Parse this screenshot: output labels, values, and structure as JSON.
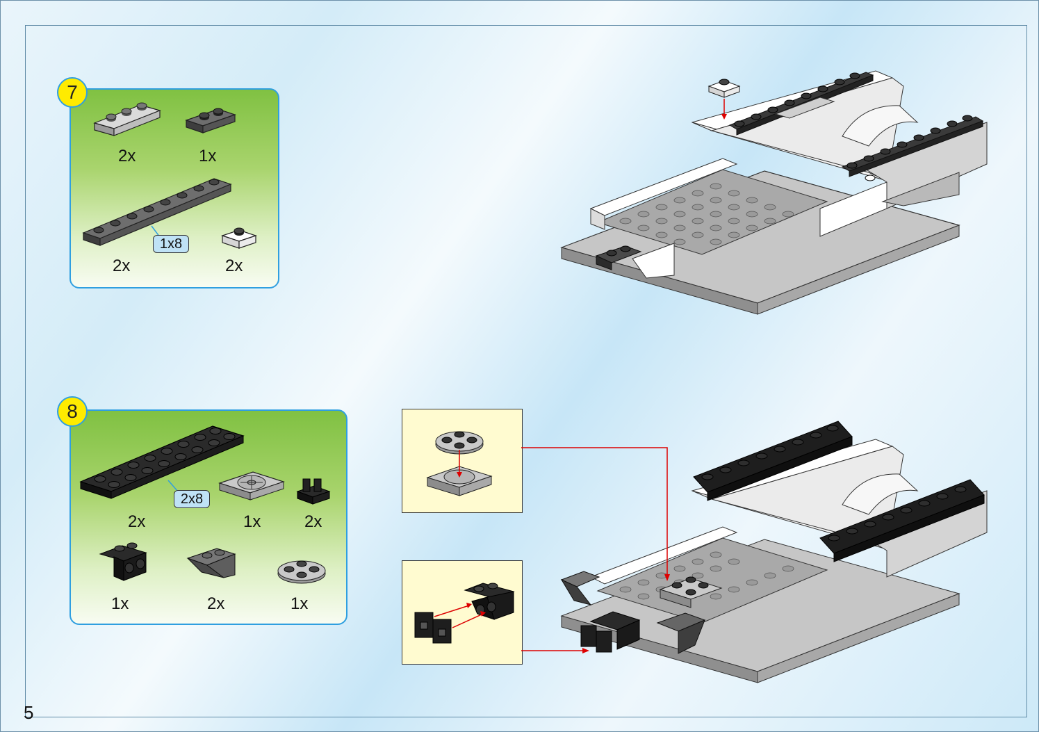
{
  "page": {
    "number": "5"
  },
  "step7": {
    "badge": "7",
    "parts": [
      {
        "name": "light-gray plate 1x3",
        "qty": "2x"
      },
      {
        "name": "dark-gray plate 1x2",
        "qty": "1x"
      },
      {
        "name": "dark-gray plate 1x8",
        "qty": "2x",
        "size_label": "1x8"
      },
      {
        "name": "white plate 1x1",
        "qty": "2x"
      }
    ]
  },
  "step8": {
    "badge": "8",
    "parts": [
      {
        "name": "black plate 2x8",
        "qty": "2x",
        "size_label": "2x8"
      },
      {
        "name": "gray turntable base 2x2",
        "qty": "1x"
      },
      {
        "name": "black clip",
        "qty": "2x"
      },
      {
        "name": "black bracket with studs",
        "qty": "1x"
      },
      {
        "name": "dark-gray inverted slope",
        "qty": "2x"
      },
      {
        "name": "gray round plate 2x2",
        "qty": "1x"
      }
    ]
  },
  "colors": {
    "badge": "#ffeb00",
    "frame_border": "#2f9fe0",
    "callout_bg": "#fffbd0",
    "arrow": "#dd0000"
  }
}
